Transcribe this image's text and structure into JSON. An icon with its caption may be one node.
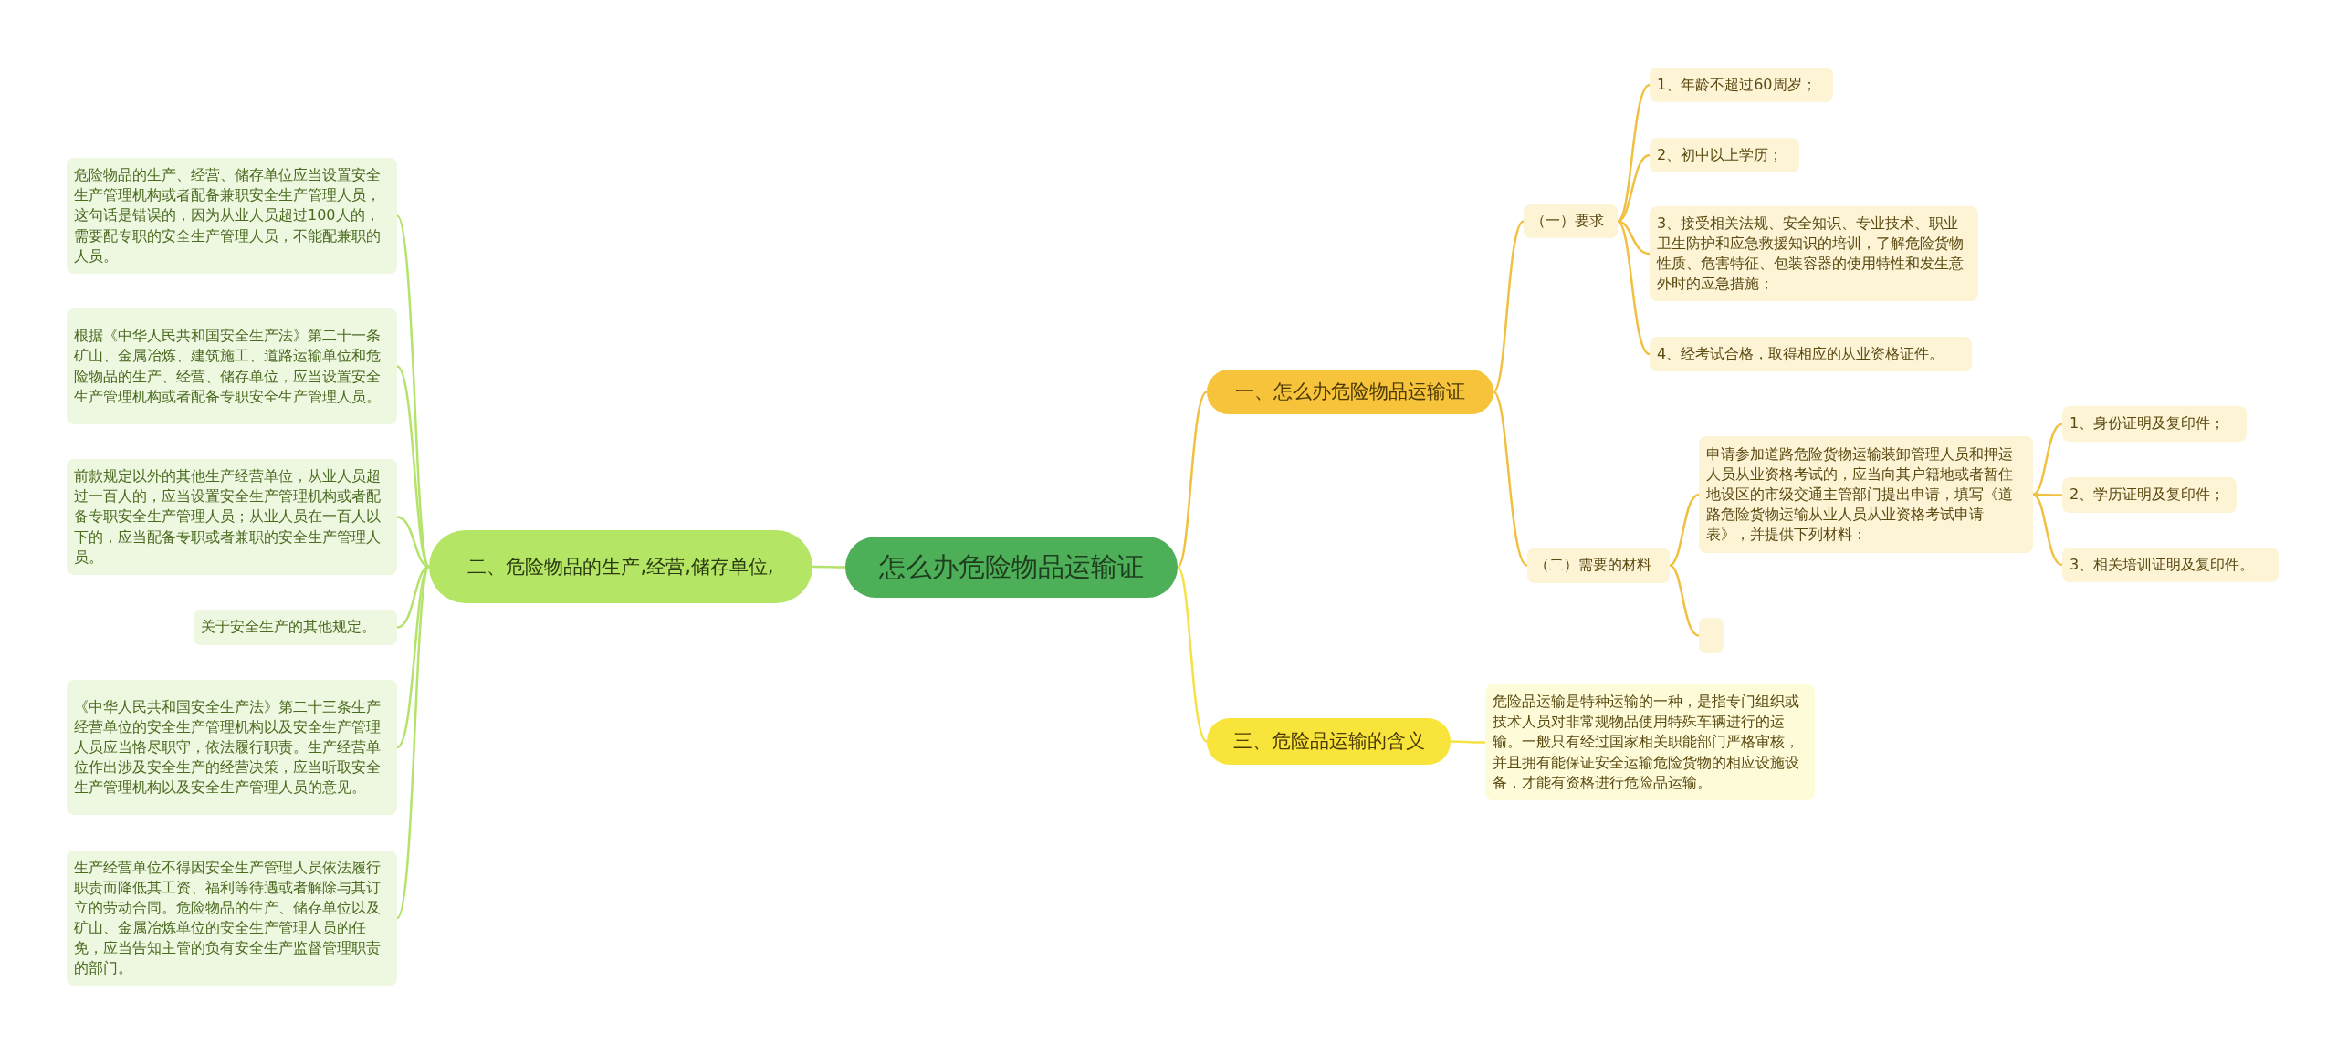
{
  "diagram": {
    "nodes": [
      {
        "text": [
          "怎么办危险物品运输证"
        ]
      },
      {
        "text": [
          "一、怎么办危险物品运输证"
        ]
      },
      {
        "text": [
          "（一）要求"
        ]
      },
      {
        "text": [
          "1、年龄不超过60周岁；"
        ]
      },
      {
        "text": [
          "2、初中以上学历；"
        ]
      },
      {
        "text": [
          "3、接受相关法规、安全知识、专业技术、职业卫生防护和应急救援知识的培训，了解危险货物性质、危害特征、包装容器的使用特性和发生意外时的应急措施；"
        ]
      },
      {
        "text": [
          "4、经考试合格，取得相应的从业资格证件。"
        ]
      },
      {
        "text": [
          "（二）需要的材料"
        ]
      },
      {
        "text": [
          "申请参加道路危险货物运输装卸管理人员和押运人员从业资格考试的，应当向其户籍地或者暂住地设区的市级交通主管部门提出申请，填写《道路危险货物运输从业人员从业资格考试申请表》，并提供下列材料："
        ]
      },
      {
        "text": [],
        "shape": "box"
      },
      {
        "text": [
          "1、身份证明及复印件；"
        ]
      },
      {
        "text": [
          "2、学历证明及复印件；"
        ]
      },
      {
        "text": [
          "3、相关培训证明及复印件。"
        ]
      },
      {
        "text": [
          "三、危险品运输的含义"
        ]
      },
      {
        "text": [
          "危险品运输是特种运输的一种，是指专门组织或技术人员对非常规物品使用特殊车辆进行的运输。一般只有经过国家相关职能部门严格审核，并且拥有能保证安全运输危险货物的相应设施设备，才能有资格进行危险品运输。"
        ]
      },
      {
        "text": [
          "二、危险物品的生产,经营,储存单位,"
        ]
      },
      {
        "text": [
          "危险物品的生产、经营、储存单位应当设置安全生产管理机构或者配备兼职安全生产管理人员，这句话是错误的，因为从业人员超过100人的，需要配专职的安全生产管理人员，不能配兼职的人员。"
        ]
      },
      {
        "text": [
          "根据《中华人民共和国安全生产法》第二十一条矿山、金属冶炼、建筑施工、道路运输单位和危险物品的生产、经营、储存单位，应当设置安全生产管理机构或者配备专职安全生产管理人员。"
        ]
      },
      {
        "text": [
          "前款规定以外的其他生产经营单位，从业人员超过一百人的，应当设置安全生产管理机构或者配备专职安全生产管理人员；从业人员在一百人以下的，应当配备专职或者兼职的安全生产管理人员。"
        ]
      },
      {
        "text": [
          "关于安全生产的其他规定。"
        ]
      },
      {
        "text": [
          "《中华人民共和国安全生产法》第二十三条生产经营单位的安全生产管理机构以及安全生产管理人员应当恪尽职守，依法履行职责。生产经营单位作出涉及安全生产的经营决策，应当听取安全生产管理机构以及安全生产管理人员的意见。"
        ]
      },
      {
        "text": [
          "生产经营单位不得因安全生产管理人员依法履行职责而降低其工资、福利等待遇或者解除与其订立的劳动合同。危险物品的生产、储存单位以及矿山、金属冶炼单位的安全生产管理人员的任免，应当告知主管的负有安全生产监督管理职责的部门。"
        ]
      }
    ],
    "edges": [
      {
        "from": 0,
        "to": 1,
        "arrow": "none"
      },
      {
        "from": 1,
        "to": 2,
        "arrow": "none"
      },
      {
        "from": 2,
        "to": 3,
        "arrow": "none"
      },
      {
        "from": 2,
        "to": 4,
        "arrow": "none"
      },
      {
        "from": 2,
        "to": 5,
        "arrow": "none"
      },
      {
        "from": 2,
        "to": 6,
        "arrow": "none"
      },
      {
        "from": 1,
        "to": 7,
        "arrow": "none"
      },
      {
        "from": 7,
        "to": 8,
        "arrow": "none"
      },
      {
        "from": 7,
        "to": 9,
        "arrow": "none"
      },
      {
        "from": 8,
        "to": 10,
        "arrow": "none"
      },
      {
        "from": 8,
        "to": 11,
        "arrow": "none"
      },
      {
        "from": 8,
        "to": 12,
        "arrow": "none"
      },
      {
        "from": 0,
        "to": 13,
        "arrow": "none",
        "color": "#f5e045"
      },
      {
        "from": 13,
        "to": 14,
        "arrow": "none",
        "color": "#f5e045"
      },
      {
        "from": 0,
        "to": 15,
        "arrow": "none",
        "color": "#b3e36a"
      },
      {
        "from": 15,
        "to": 16,
        "arrow": "none",
        "color": "#b3e36a"
      },
      {
        "from": 15,
        "to": 17,
        "arrow": "none",
        "color": "#b3e36a"
      },
      {
        "from": 15,
        "to": 18,
        "arrow": "none",
        "color": "#b3e36a"
      },
      {
        "from": 15,
        "to": 19,
        "arrow": "none",
        "color": "#b3e36a"
      },
      {
        "from": 15,
        "to": 20,
        "arrow": "none",
        "color": "#b3e36a"
      },
      {
        "from": 15,
        "to": 21,
        "arrow": "none",
        "color": "#b3e36a"
      }
    ]
  }
}
